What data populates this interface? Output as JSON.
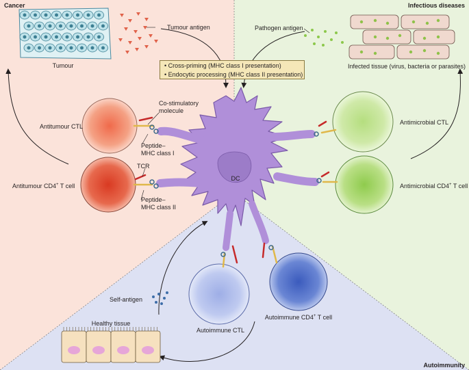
{
  "quadrants": {
    "cancer": "Cancer",
    "infectious": "Infectious diseases",
    "autoimmunity": "Autoimmunity"
  },
  "labels": {
    "tumour": "Tumour",
    "tumour_antigen": "Tumour antigen",
    "pathogen_antigen": "Pathogen antigen",
    "infected_tissue": "Infected tissue (virus, bacteria or parasites)",
    "costim": "Co-stimulatory",
    "costim2": "molecule",
    "antitumour_ctl": "Antitumour CTL",
    "antitumour_cd4": "Antitumour CD4",
    "cd4_plus": "+",
    "tcell": " T cell",
    "peptide_mhc1_a": "Peptide–",
    "peptide_mhc1_b": "MHC class I",
    "tcr": "TCR",
    "peptide_mhc2_a": "Peptide–",
    "peptide_mhc2_b": "MHC class II",
    "dc": "DC",
    "antimicrobial_ctl": "Antimicrobial CTL",
    "antimicrobial_cd4": "Antimicrobial CD4",
    "self_antigen": "Self-antigen",
    "healthy_tissue": "Healthy tissue",
    "autoimmune_ctl": "Autoimmune CTL",
    "autoimmune_cd4": "Autoimmune CD4"
  },
  "box": {
    "line1": "• Cross-priming (MHC class I presentation)",
    "line2": "• Endocytic processing (MHC class II presentation)"
  },
  "colors": {
    "cancer_bg": "#fbe3da",
    "infect_bg": "#e9f3dd",
    "auto_bg": "#dde1f3",
    "dc": "#b08fd9",
    "dc_nucleus": "#9c7cc8",
    "ctl_red": "#ee7e5e",
    "cd4_red": "#de4b34",
    "green": "#a9d86f",
    "blue_ctl": "#a7b4e8",
    "blue_cd4": "#5574c9"
  }
}
